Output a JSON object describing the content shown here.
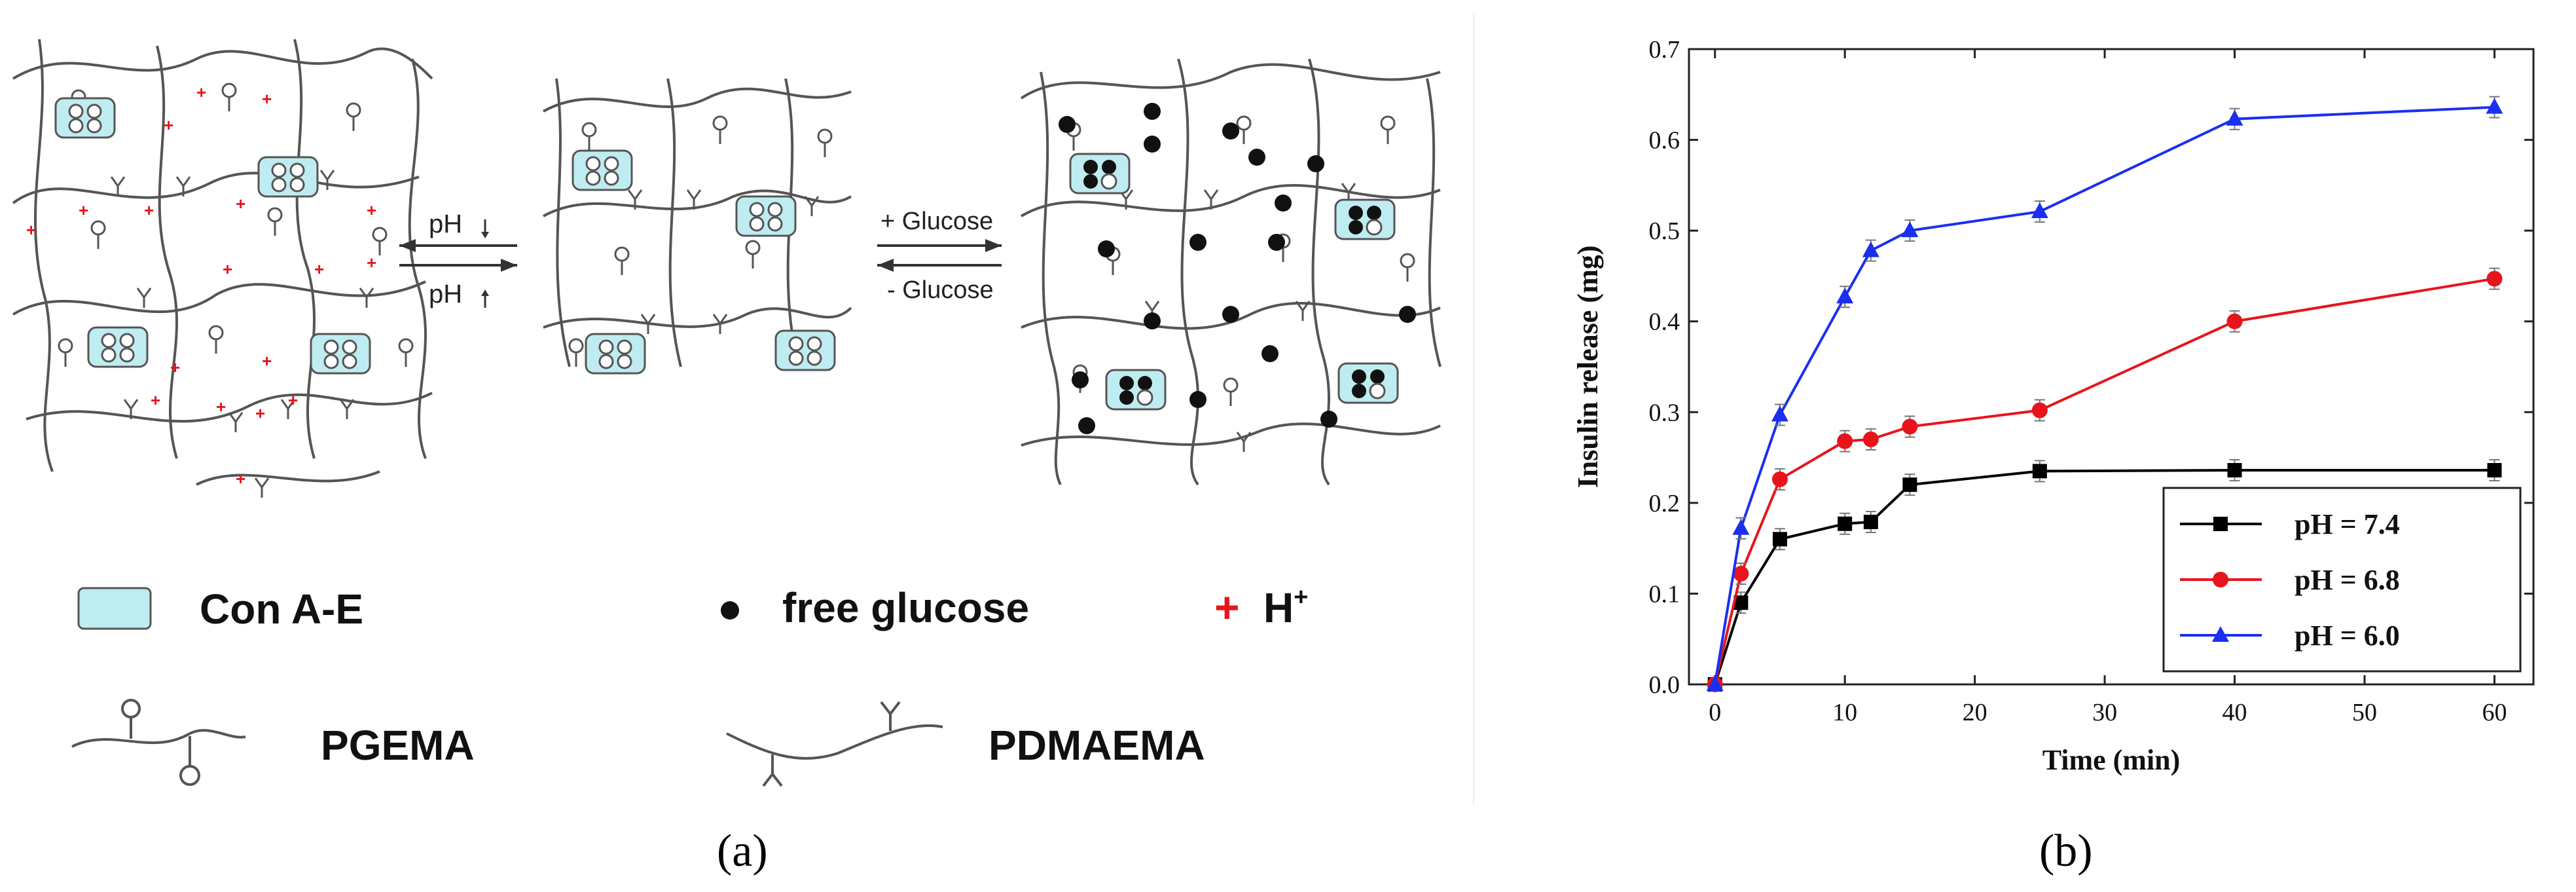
{
  "panel_a": {
    "label": "(a)",
    "arrows": {
      "ph_down": "pH",
      "ph_up": "pH",
      "plus_glucose": "+ Glucose",
      "minus_glucose": "- Glucose"
    },
    "legend": {
      "con_a_e": "Con A-E",
      "free_glucose": "free glucose",
      "h_plus_symbol": "+",
      "h_plus": "H",
      "h_plus_sup": "+",
      "pgema": "PGEMA",
      "pdmaema": "PDMAEMA"
    },
    "colors": {
      "con_a_e_fill": "#bfecf0",
      "h_plus": "#e8141b",
      "chain": "#555555"
    }
  },
  "panel_b": {
    "label": "(b)"
  },
  "chart_data": {
    "type": "line",
    "xlabel": "Time (min)",
    "ylabel": "Insulin release (mg)",
    "xlim": [
      -2,
      63
    ],
    "ylim": [
      0,
      0.7
    ],
    "xticks": [
      0,
      10,
      20,
      30,
      40,
      50,
      60
    ],
    "yticks": [
      0.0,
      0.1,
      0.2,
      0.3,
      0.4,
      0.5,
      0.6,
      0.7
    ],
    "grid": false,
    "legend_position": "bottom-right",
    "x": [
      0,
      2,
      5,
      10,
      12,
      15,
      25,
      40,
      60
    ],
    "series": [
      {
        "name": "pH = 7.4",
        "color": "#000000",
        "marker": "square",
        "values": [
          0.0,
          0.09,
          0.16,
          0.177,
          0.179,
          0.22,
          0.235,
          0.236,
          0.236
        ]
      },
      {
        "name": "pH = 6.8",
        "color": "#e8141b",
        "marker": "circle",
        "values": [
          0.0,
          0.122,
          0.226,
          0.268,
          0.27,
          0.284,
          0.302,
          0.4,
          0.447
        ]
      },
      {
        "name": "pH = 6.0",
        "color": "#1a2ff0",
        "marker": "triangle",
        "values": [
          0.0,
          0.172,
          0.297,
          0.427,
          0.478,
          0.5,
          0.521,
          0.623,
          0.636
        ]
      }
    ]
  }
}
